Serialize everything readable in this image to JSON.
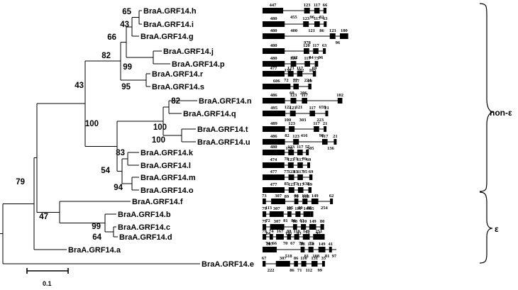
{
  "leaves": [
    {
      "name": "BraA.GRF14.h",
      "exons": [
        "447",
        "123",
        "117",
        "66"
      ],
      "introns": [
        "455",
        "96",
        "82"
      ]
    },
    {
      "name": "BraA.GRF14.i",
      "exons": [
        "480",
        "123",
        "117",
        "63"
      ],
      "introns": [
        "400",
        "121",
        "86"
      ]
    },
    {
      "name": "BraA.GRF14.g",
      "exons": [
        "480",
        "123",
        "180"
      ],
      "introns": [
        "978",
        "96"
      ]
    },
    {
      "name": "BraA.GRF14.j",
      "exons": [
        "480",
        "120",
        "117",
        "63"
      ],
      "introns": [
        "412",
        "84",
        "96"
      ]
    },
    {
      "name": "BraA.GRF14.p",
      "exons": [
        "480",
        "120",
        "117",
        "73"
      ],
      "introns": [
        "130",
        "182",
        "103"
      ]
    },
    {
      "name": "BraA.GRF14.r",
      "exons": [
        "477",
        "123",
        "117",
        "69"
      ],
      "introns": [
        "72",
        "77",
        "224"
      ]
    },
    {
      "name": "BraA.GRF14.s",
      "exons": [
        "606",
        "117",
        "69"
      ],
      "introns": [
        "60",
        "206"
      ]
    },
    {
      "name": "BraA.GRF14.n",
      "exons": [
        "486",
        "123",
        "117",
        "102"
      ],
      "introns": [
        "122",
        "121",
        "659"
      ]
    },
    {
      "name": "BraA.GRF14.q",
      "exons": [
        "495",
        "123",
        "117",
        "21"
      ],
      "introns": [
        "100",
        "303",
        "223"
      ]
    },
    {
      "name": "BraA.GRF14.t",
      "exons": [
        "489",
        "123",
        "117",
        "21"
      ],
      "introns": [
        "82",
        "416",
        "98"
      ]
    },
    {
      "name": "BraA.GRF14.u",
      "exons": [
        "486",
        "123",
        "117",
        "21"
      ],
      "introns": [
        "178",
        "505",
        "136"
      ]
    },
    {
      "name": "BraA.GRF14.k",
      "exons": [
        "480",
        "123",
        "117",
        "57"
      ],
      "introns": [
        "78",
        "73",
        "70"
      ]
    },
    {
      "name": "BraA.GRF14.l",
      "exons": [
        "474",
        "123",
        "117",
        "60"
      ],
      "introns": [
        "77",
        "83",
        "95"
      ]
    },
    {
      "name": "BraA.GRF14.m",
      "exons": [
        "477",
        "123",
        "117",
        "69"
      ],
      "introns": [
        "85",
        "73",
        "138"
      ]
    },
    {
      "name": "BraA.GRF14.o",
      "exons": [
        "477",
        "123",
        "117",
        "69"
      ],
      "introns": [
        "89",
        "79",
        "108"
      ]
    },
    {
      "name": "BraA.GRF14.f",
      "exons": [
        "73",
        "307",
        "88",
        "110",
        "149",
        "62"
      ],
      "introns": [
        "113",
        "195",
        "89",
        "85",
        "254"
      ]
    },
    {
      "name": "BraA.GRF14.b",
      "exons": [
        "79",
        "307",
        "88",
        "110",
        "149",
        "65"
      ],
      "introns": [
        "72",
        "81",
        "86",
        "63"
      ]
    },
    {
      "name": "BraA.GRF14.c",
      "exons": [
        "79",
        "307",
        "88",
        "110",
        "149",
        "80"
      ],
      "introns": [
        "84",
        "191",
        "83",
        "71",
        "92"
      ]
    },
    {
      "name": "BraA.GRF14.d",
      "exons": [
        "79",
        "74",
        "167",
        "88",
        "110",
        "149",
        "251"
      ],
      "introns": [
        "74",
        "66",
        "70",
        "67",
        "79",
        "73"
      ]
    },
    {
      "name": "BraA.GRF14.a",
      "exons": [
        "307",
        "88",
        "110",
        "149",
        "41"
      ],
      "introns": [
        "518",
        "81",
        "108",
        "81",
        "97"
      ]
    },
    {
      "name": "BraA.GRF14.e",
      "exons": [
        "67",
        "307",
        "86",
        "110",
        "131",
        "35"
      ],
      "introns": [
        "222",
        "86",
        "71",
        "112",
        "99"
      ]
    }
  ],
  "bootstrap": [
    "65",
    "43",
    "66",
    "82",
    "99",
    "43",
    "95",
    "82",
    "100",
    "100",
    "100",
    "83",
    "54",
    "94",
    "79",
    "47",
    "99",
    "64"
  ],
  "groups": [
    "non-ε",
    "ε"
  ],
  "scale_bar": "0.1"
}
